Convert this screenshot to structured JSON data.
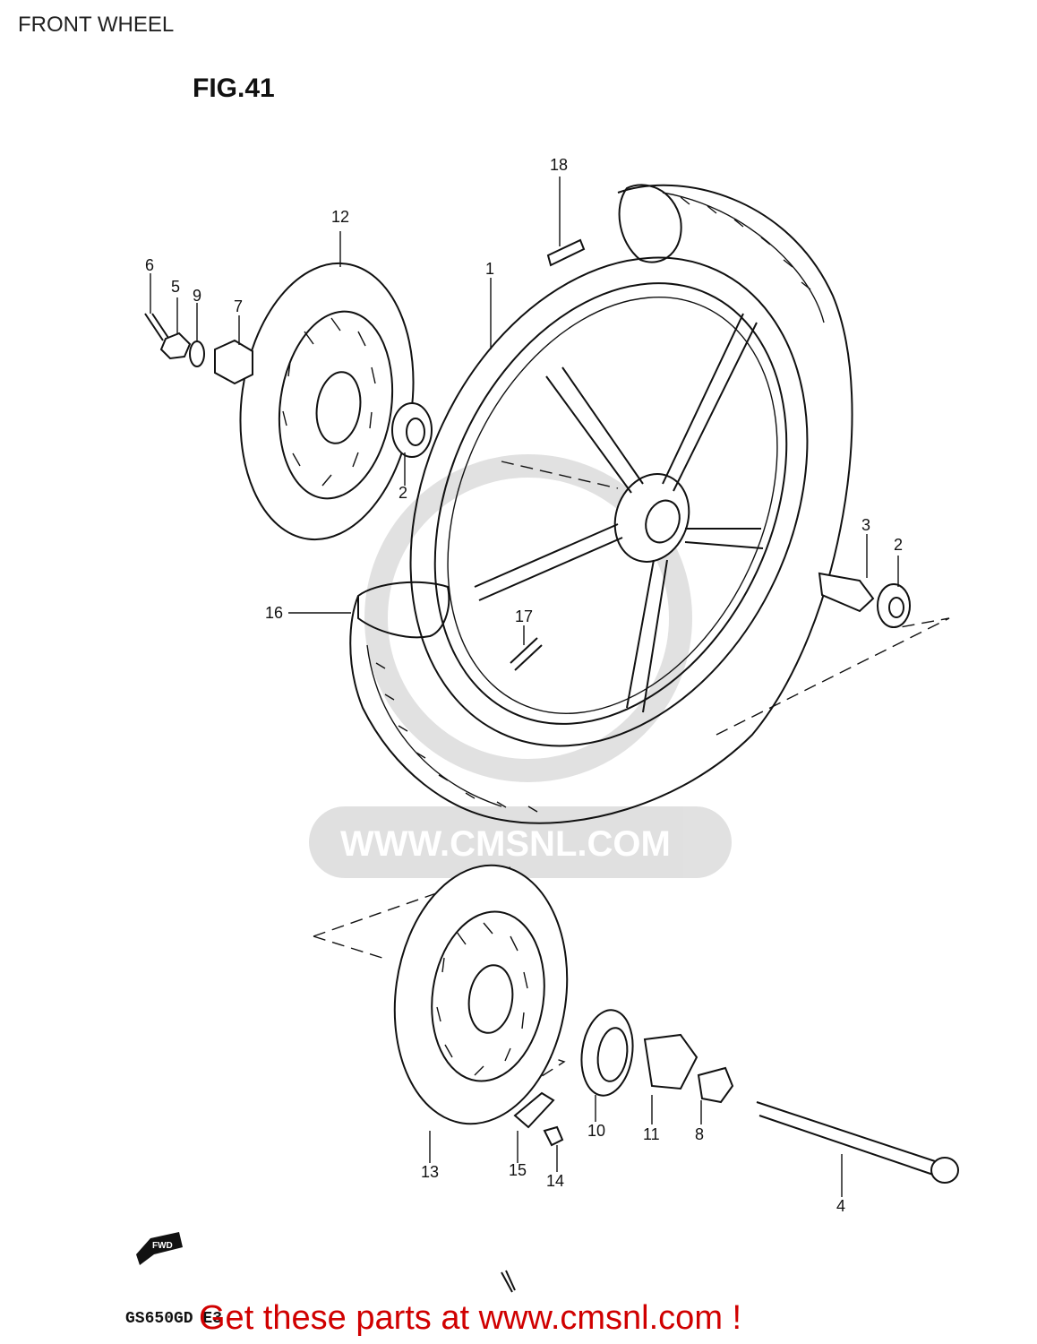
{
  "page_title": "FRONT WHEEL",
  "figure_label": "FIG.41",
  "model_code": "GS650GD E3",
  "promo_text": "Get these parts at www.cmsnl.com !",
  "watermark_text": "WWW.CMSNL.COM",
  "fwd_label": "FWD",
  "callouts": {
    "c1": "1",
    "c2a": "2",
    "c2b": "2",
    "c3": "3",
    "c4": "4",
    "c5": "5",
    "c6": "6",
    "c7": "7",
    "c8": "8",
    "c9": "9",
    "c10": "10",
    "c11": "11",
    "c12": "12",
    "c13": "13",
    "c14": "14",
    "c15": "15",
    "c16": "16",
    "c17": "17",
    "c18": "18"
  }
}
